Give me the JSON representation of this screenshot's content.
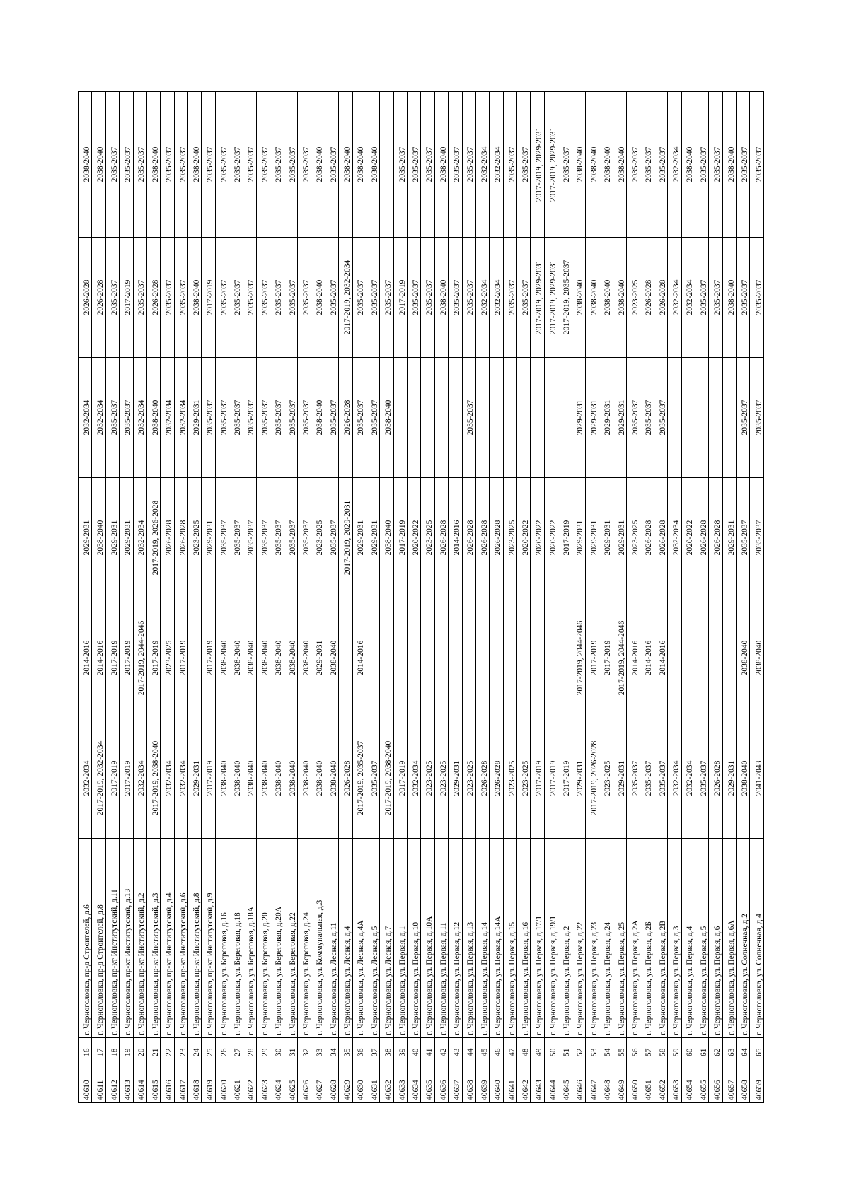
{
  "rows": [
    [
      "40610",
      "16",
      "г. Черноголовка, пр-д Строителей, д.6",
      "2032-2034",
      "2014-2016",
      "2029-2031",
      "2032-2034",
      "2026-2028",
      "2038-2040"
    ],
    [
      "40611",
      "17",
      "г. Черноголовка, пр-д Строителей, д.8",
      "2017-2019, 2032-2034",
      "2014-2016",
      "2038-2040",
      "2032-2034",
      "2026-2028",
      "2038-2040"
    ],
    [
      "40612",
      "18",
      "г. Черноголовка, пр-кт Институтский, д.11",
      "2017-2019",
      "2017-2019",
      "2029-2031",
      "2035-2037",
      "2035-2037",
      "2035-2037"
    ],
    [
      "40613",
      "19",
      "г. Черноголовка, пр-кт Институтский, д.13",
      "2017-2019",
      "2017-2019",
      "2029-2031",
      "2035-2037",
      "2017-2019",
      "2035-2037"
    ],
    [
      "40614",
      "20",
      "г. Черноголовка, пр-кт Институтский, д.2",
      "2032-2034",
      "2017-2019, 2044-2046",
      "2032-2034",
      "2032-2034",
      "2035-2037",
      "2035-2037"
    ],
    [
      "40615",
      "21",
      "г. Черноголовка, пр-кт Институтский, д.3",
      "2017-2019, 2038-2040",
      "2017-2019",
      "2017-2019, 2026-2028",
      "2038-2040",
      "2026-2028",
      "2038-2040"
    ],
    [
      "40616",
      "22",
      "г. Черноголовка, пр-кт Институтский, д.4",
      "2032-2034",
      "2023-2025",
      "2026-2028",
      "2032-2034",
      "2035-2037",
      "2035-2037"
    ],
    [
      "40617",
      "23",
      "г. Черноголовка, пр-кт Институтский, д.6",
      "2032-2034",
      "2017-2019",
      "2026-2028",
      "2032-2034",
      "2035-2037",
      "2035-2037"
    ],
    [
      "40618",
      "24",
      "г. Черноголовка, пр-кт Институтский, д.8",
      "2029-2031",
      "",
      "2023-2025",
      "2029-2031",
      "2038-2040",
      "2038-2040"
    ],
    [
      "40619",
      "25",
      "г. Черноголовка, пр-кт Институтский, д.9",
      "2017-2019",
      "2017-2019",
      "2029-2031",
      "2035-2037",
      "2017-2019",
      "2035-2037"
    ],
    [
      "40620",
      "26",
      "г. Черноголовка, ул. Береговая, д.16",
      "2038-2040",
      "2038-2040",
      "2035-2037",
      "2035-2037",
      "2035-2037",
      "2035-2037"
    ],
    [
      "40621",
      "27",
      "г. Черноголовка, ул. Береговая, д.18",
      "2038-2040",
      "2038-2040",
      "2035-2037",
      "2035-2037",
      "2035-2037",
      "2035-2037"
    ],
    [
      "40622",
      "28",
      "г. Черноголовка, ул. Береговая, д.18А",
      "2038-2040",
      "2038-2040",
      "2035-2037",
      "2035-2037",
      "2035-2037",
      "2035-2037"
    ],
    [
      "40623",
      "29",
      "г. Черноголовка, ул. Береговая, д.20",
      "2038-2040",
      "2038-2040",
      "2035-2037",
      "2035-2037",
      "2035-2037",
      "2035-2037"
    ],
    [
      "40624",
      "30",
      "г. Черноголовка, ул. Береговая, д.20А",
      "2038-2040",
      "2038-2040",
      "2035-2037",
      "2035-2037",
      "2035-2037",
      "2035-2037"
    ],
    [
      "40625",
      "31",
      "г. Черноголовка, ул. Береговая, д.22",
      "2038-2040",
      "2038-2040",
      "2035-2037",
      "2035-2037",
      "2035-2037",
      "2035-2037"
    ],
    [
      "40626",
      "32",
      "г. Черноголовка, ул. Береговая, д.24",
      "2038-2040",
      "2038-2040",
      "2035-2037",
      "2035-2037",
      "2035-2037",
      "2035-2037"
    ],
    [
      "40627",
      "33",
      "г. Черноголовка, ул. Коммунальная, д.3",
      "2038-2040",
      "2029-2031",
      "2023-2025",
      "2038-2040",
      "2038-2040",
      "2038-2040"
    ],
    [
      "40628",
      "34",
      "г. Черноголовка, ул. Лесная, д.11",
      "2038-2040",
      "2038-2040",
      "2035-2037",
      "2035-2037",
      "2035-2037",
      "2035-2037"
    ],
    [
      "40629",
      "35",
      "г. Черноголовка, ул. Лесная, д.4",
      "2026-2028",
      "",
      "2017-2019, 2029-2031",
      "2026-2028",
      "2017-2019, 2032-2034",
      "2038-2040"
    ],
    [
      "40630",
      "36",
      "г. Черноголовка, ул. Лесная, д.4А",
      "2017-2019, 2035-2037",
      "2014-2016",
      "2029-2031",
      "2035-2037",
      "2035-2037",
      "2038-2040"
    ],
    [
      "40631",
      "37",
      "г. Черноголовка, ул. Лесная, д.5",
      "2035-2037",
      "",
      "2029-2031",
      "2035-2037",
      "2035-2037",
      "2038-2040"
    ],
    [
      "40632",
      "38",
      "г. Черноголовка, ул. Лесная, д.7",
      "2017-2019, 2038-2040",
      "",
      "2038-2040",
      "2038-2040",
      "2035-2037",
      ""
    ],
    [
      "40633",
      "39",
      "г. Черноголовка, ул. Первая, д.1",
      "2017-2019",
      "",
      "2017-2019",
      "",
      "2017-2019",
      "2035-2037"
    ],
    [
      "40634",
      "40",
      "г. Черноголовка, ул. Первая, д.10",
      "2032-2034",
      "",
      "2020-2022",
      "",
      "2035-2037",
      "2035-2037"
    ],
    [
      "40635",
      "41",
      "г. Черноголовка, ул. Первая, д.10А",
      "2023-2025",
      "",
      "2023-2025",
      "",
      "2035-2037",
      "2035-2037"
    ],
    [
      "40636",
      "42",
      "г. Черноголовка, ул. Первая, д.11",
      "2023-2025",
      "",
      "2026-2028",
      "",
      "2038-2040",
      "2038-2040"
    ],
    [
      "40637",
      "43",
      "г. Черноголовка, ул. Первая, д.12",
      "2029-2031",
      "",
      "2014-2016",
      "",
      "2035-2037",
      "2035-2037"
    ],
    [
      "40638",
      "44",
      "г. Черноголовка, ул. Первая, д.13",
      "2023-2025",
      "",
      "2026-2028",
      "2035-2037",
      "2035-2037",
      "2035-2037"
    ],
    [
      "40639",
      "45",
      "г. Черноголовка, ул. Первая, д.14",
      "2026-2028",
      "",
      "2026-2028",
      "",
      "2032-2034",
      "2032-2034"
    ],
    [
      "40640",
      "46",
      "г. Черноголовка, ул. Первая, д.14А",
      "2026-2028",
      "",
      "2026-2028",
      "",
      "2032-2034",
      "2032-2034"
    ],
    [
      "40641",
      "47",
      "г. Черноголовка, ул. Первая, д.15",
      "2023-2025",
      "",
      "2023-2025",
      "",
      "2035-2037",
      "2035-2037"
    ],
    [
      "40642",
      "48",
      "г. Черноголовка, ул. Первая, д.16",
      "2023-2025",
      "",
      "2020-2022",
      "",
      "2035-2037",
      "2035-2037"
    ],
    [
      "40643",
      "49",
      "г. Черноголовка, ул. Первая, д.17/1",
      "2017-2019",
      "",
      "2020-2022",
      "",
      "2017-2019, 2029-2031",
      "2017-2019, 2029-2031"
    ],
    [
      "40644",
      "50",
      "г. Черноголовка, ул. Первая, д.19/1",
      "2017-2019",
      "",
      "2020-2022",
      "",
      "2017-2019, 2029-2031",
      "2017-2019, 2029-2031"
    ],
    [
      "40645",
      "51",
      "г. Черноголовка, ул. Первая, д.2",
      "2017-2019",
      "",
      "2017-2019",
      "",
      "2017-2019, 2035-2037",
      "2035-2037"
    ],
    [
      "40646",
      "52",
      "г. Черноголовка, ул. Первая, д.22",
      "2029-2031",
      "2017-2019, 2044-2046",
      "2029-2031",
      "2029-2031",
      "2038-2040",
      "2038-2040"
    ],
    [
      "40647",
      "53",
      "г. Черноголовка, ул. Первая, д.23",
      "2017-2019, 2026-2028",
      "2017-2019",
      "2029-2031",
      "2029-2031",
      "2038-2040",
      "2038-2040"
    ],
    [
      "40648",
      "54",
      "г. Черноголовка, ул. Первая, д.24",
      "2023-2025",
      "2017-2019",
      "2029-2031",
      "2029-2031",
      "2038-2040",
      "2038-2040"
    ],
    [
      "40649",
      "55",
      "г. Черноголовка, ул. Первая, д.25",
      "2029-2031",
      "2017-2019, 2044-2046",
      "2029-2031",
      "2029-2031",
      "2038-2040",
      "2038-2040"
    ],
    [
      "40650",
      "56",
      "г. Черноголовка, ул. Первая, д.2А",
      "2035-2037",
      "2014-2016",
      "2023-2025",
      "2035-2037",
      "2023-2025",
      "2035-2037"
    ],
    [
      "40651",
      "57",
      "г. Черноголовка, ул. Первая, д.2Б",
      "2035-2037",
      "2014-2016",
      "2026-2028",
      "2035-2037",
      "2026-2028",
      "2035-2037"
    ],
    [
      "40652",
      "58",
      "г. Черноголовка, ул. Первая, д.2В",
      "2035-2037",
      "2014-2016",
      "2026-2028",
      "2035-2037",
      "2026-2028",
      "2035-2037"
    ],
    [
      "40653",
      "59",
      "г. Черноголовка, ул. Первая, д.3",
      "2032-2034",
      "",
      "2032-2034",
      "",
      "2032-2034",
      "2032-2034"
    ],
    [
      "40654",
      "60",
      "г. Черноголовка, ул. Первая, д.4",
      "2032-2034",
      "",
      "2020-2022",
      "",
      "2032-2034",
      "2038-2040"
    ],
    [
      "40655",
      "61",
      "г. Черноголовка, ул. Первая, д.5",
      "2035-2037",
      "",
      "2026-2028",
      "",
      "2035-2037",
      "2035-2037"
    ],
    [
      "40656",
      "62",
      "г. Черноголовка, ул. Первая, д.6",
      "2026-2028",
      "",
      "2026-2028",
      "",
      "2035-2037",
      "2035-2037"
    ],
    [
      "40657",
      "63",
      "г. Черноголовка, ул. Первая, д.6А",
      "2029-2031",
      "",
      "2029-2031",
      "",
      "2038-2040",
      "2038-2040"
    ],
    [
      "40658",
      "64",
      "г. Черноголовка, ул. Солнечная, д.2",
      "2038-2040",
      "2038-2040",
      "2035-2037",
      "2035-2037",
      "2035-2037",
      "2035-2037"
    ],
    [
      "40659",
      "65",
      "г. Черноголовка, ул. Солнечная, д.4",
      "2041-2043",
      "2038-2040",
      "2035-2037",
      "2035-2037",
      "2035-2037",
      "2035-2037"
    ]
  ]
}
